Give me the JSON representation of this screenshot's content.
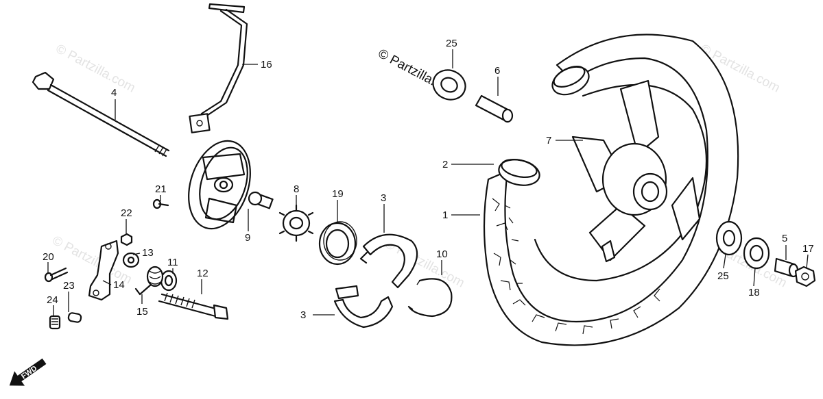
{
  "diagram": {
    "callouts": {
      "c1": "1",
      "c2": "2",
      "c3a": "3",
      "c3b": "3",
      "c4": "4",
      "c5": "5",
      "c6": "6",
      "c7": "7",
      "c8": "8",
      "c9": "9",
      "c10": "10",
      "c11": "11",
      "c12": "12",
      "c13": "13",
      "c14": "14",
      "c15": "15",
      "c16": "16",
      "c17": "17",
      "c18": "18",
      "c19": "19",
      "c20": "20",
      "c21": "21",
      "c22": "22",
      "c23": "23",
      "c24": "24",
      "c25a": "25",
      "c25b": "25"
    },
    "brand": "© Partzilla.com",
    "watermark": "© Partzilla.com",
    "direction_label": "FWD"
  }
}
